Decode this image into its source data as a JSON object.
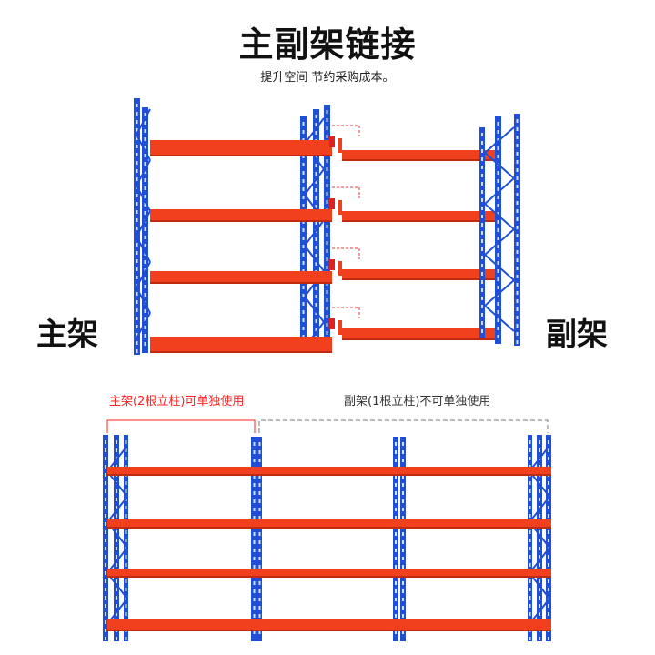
{
  "header": {
    "title": "主副架链接",
    "subtitle": "提升空间 节约采购成本。"
  },
  "labels": {
    "main": "主架",
    "sub": "副架"
  },
  "captions": {
    "main": "主架(2根立柱)可单独使用",
    "sub": "副架(1根立柱)不可单独使用"
  },
  "colors": {
    "upright": "#1f4fd6",
    "beam": "#f0401e",
    "main_caption": "#ff2222",
    "sub_caption": "#333333",
    "dash": "#777777"
  }
}
